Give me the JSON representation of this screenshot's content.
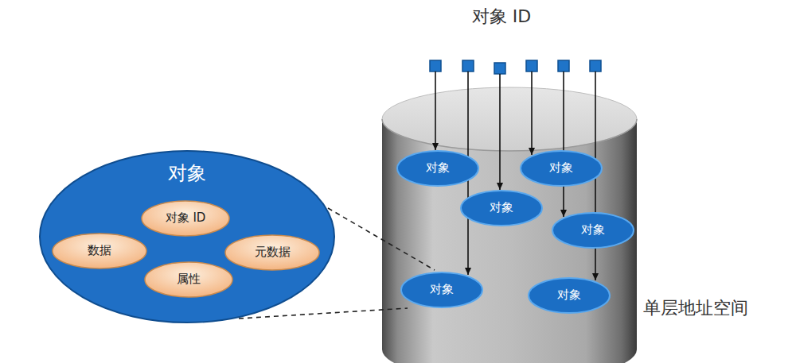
{
  "diagram": {
    "nodes": [
      {
        "text": [
          "对象"
        ]
      },
      {
        "text": [
          "对象 ID"
        ],
        "in": 0
      },
      {
        "text": [
          "数据"
        ],
        "in": 0
      },
      {
        "text": [
          "元数据"
        ],
        "in": 0
      },
      {
        "text": [
          "属性"
        ],
        "in": 0
      },
      {
        "text": [
          "对象"
        ]
      },
      {
        "text": [
          "对象"
        ]
      },
      {
        "text": [
          "对象"
        ]
      },
      {
        "text": [
          "对象"
        ]
      },
      {
        "text": [
          "对象"
        ]
      },
      {
        "text": [
          "对象"
        ]
      }
    ],
    "labels": [
      "对象 ID",
      "单层地址空间"
    ]
  }
}
